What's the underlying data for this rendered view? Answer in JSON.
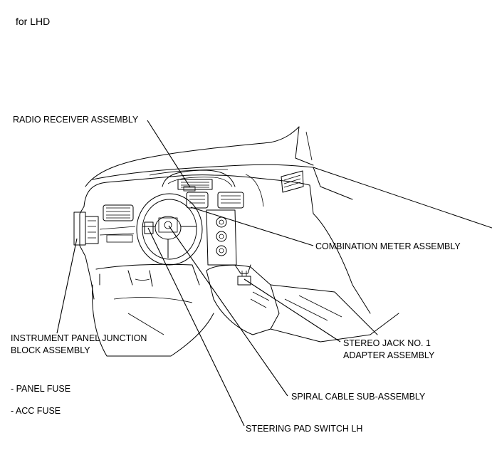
{
  "heading": "for LHD",
  "callouts": {
    "radio_receiver": "RADIO RECEIVER ASSEMBLY",
    "combination_meter": "COMBINATION METER ASSEMBLY",
    "instrument_panel_junction_line1": "INSTRUMENT PANEL JUNCTION",
    "instrument_panel_junction_line2": "BLOCK ASSEMBLY",
    "stereo_jack_line1": "STEREO JACK NO. 1",
    "stereo_jack_line2": "ADAPTER ASSEMBLY",
    "spiral_cable": "SPIRAL CABLE SUB-ASSEMBLY",
    "steering_pad_switch": "STEERING PAD SWITCH LH"
  },
  "fuses": [
    "- PANEL FUSE",
    "- ACC FUSE"
  ]
}
